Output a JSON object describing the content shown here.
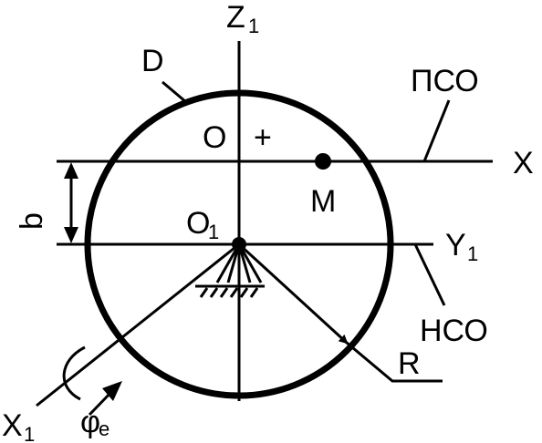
{
  "labels": {
    "z_axis": "Z",
    "z_axis_sub": "1",
    "disk": "D",
    "pso": "ПСО",
    "origin_o": "O",
    "plus": "+",
    "x_axis": "X",
    "b": "b",
    "point_m": "M",
    "origin_o1": "O",
    "origin_o1_sub": "1",
    "y_axis": "Y",
    "y_axis_sub": "1",
    "nso": "НСО",
    "radius": "R",
    "x1_axis": "X",
    "x1_axis_sub": "1",
    "phi": "φ",
    "phi_sub": "e"
  }
}
